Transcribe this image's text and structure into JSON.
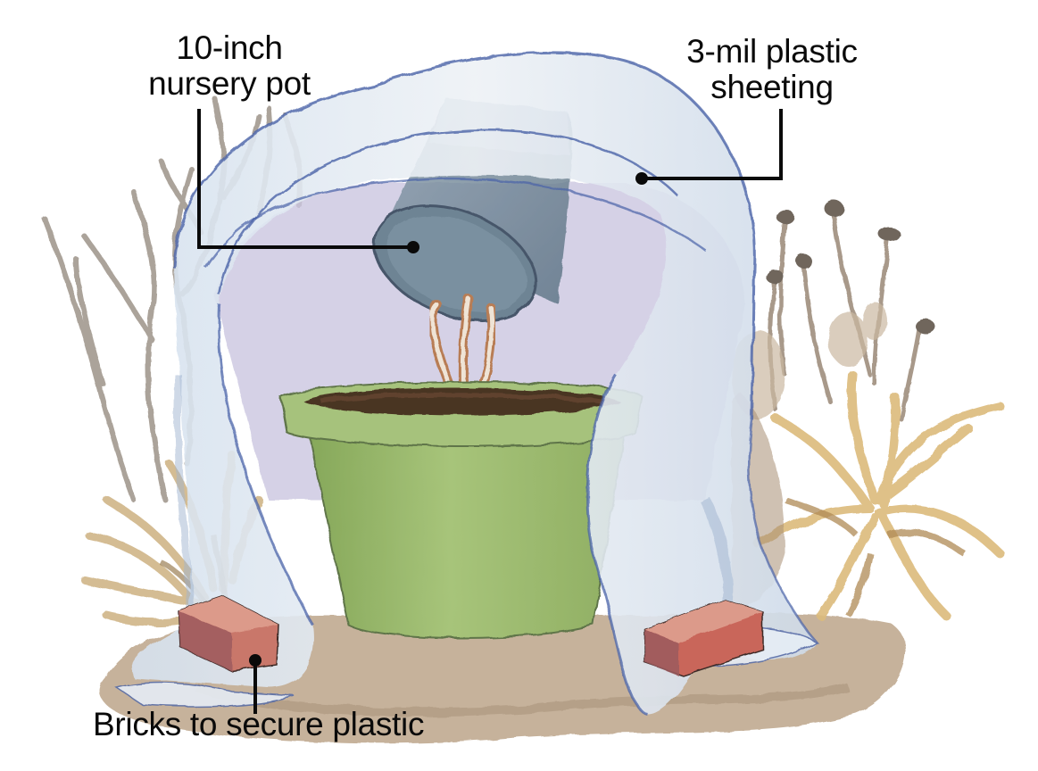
{
  "figure": {
    "subject": "Frost protection setup: potted plant covered by plastic sheeting with an inverted nursery pot",
    "callouts": [
      {
        "id": "nursery-pot",
        "lines": [
          "10-inch",
          "nursery pot"
        ]
      },
      {
        "id": "plastic-sheeting",
        "lines": [
          "3-mil plastic",
          "sheeting"
        ]
      },
      {
        "id": "bricks",
        "lines": [
          "Bricks to secure plastic"
        ]
      }
    ]
  },
  "colors": {
    "label_text": "#0a0a0a",
    "leader_line": "#0a0a0a",
    "plastic_edge": "#4a63a8",
    "plastic_fill": "#dfe8f2",
    "shadow_inside": "#c9c6de",
    "nursery_pot": "#6f8596",
    "planter_green": "#9cbb6e",
    "soil": "#4a3424",
    "brick": "#c96a5a",
    "ground": "#b9a288",
    "dry_grass": "#d8b678",
    "bare_branches": "#a39a90"
  }
}
